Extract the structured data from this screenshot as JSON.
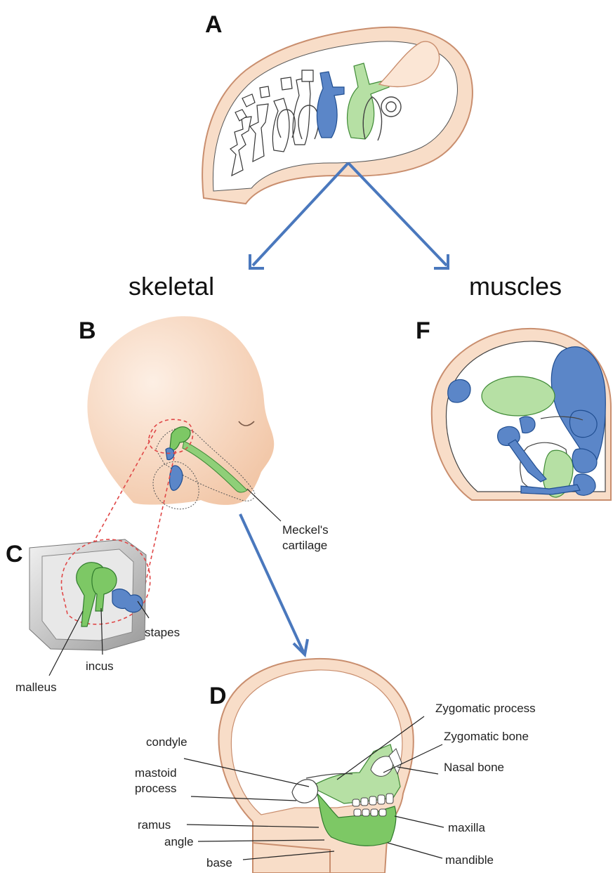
{
  "panels": {
    "a": "A",
    "b": "B",
    "c": "C",
    "d": "D",
    "f": "F"
  },
  "headings": {
    "skeletal": "skeletal",
    "muscles": "muscles"
  },
  "labels_b": {
    "meckels_line1": "Meckel's",
    "meckels_line2": "cartilage"
  },
  "labels_c": {
    "stapes": "stapes",
    "malleus": "malleus",
    "incus": "incus"
  },
  "labels_d": {
    "zygomatic_process": "Zygomatic process",
    "zygomatic_bone": "Zygomatic bone",
    "nasal_bone": "Nasal bone",
    "condyle": "condyle",
    "mastoid_line1": "mastoid",
    "mastoid_line2": "process",
    "ramus": "ramus",
    "angle": "angle",
    "base": "base",
    "maxilla": "maxilla",
    "mandible": "mandible"
  },
  "colors": {
    "skin": "#f8ddc8",
    "green": "#7dc865",
    "blue": "#5b86c8",
    "arrow": "#4a78bd",
    "dashed": "#e04848"
  }
}
